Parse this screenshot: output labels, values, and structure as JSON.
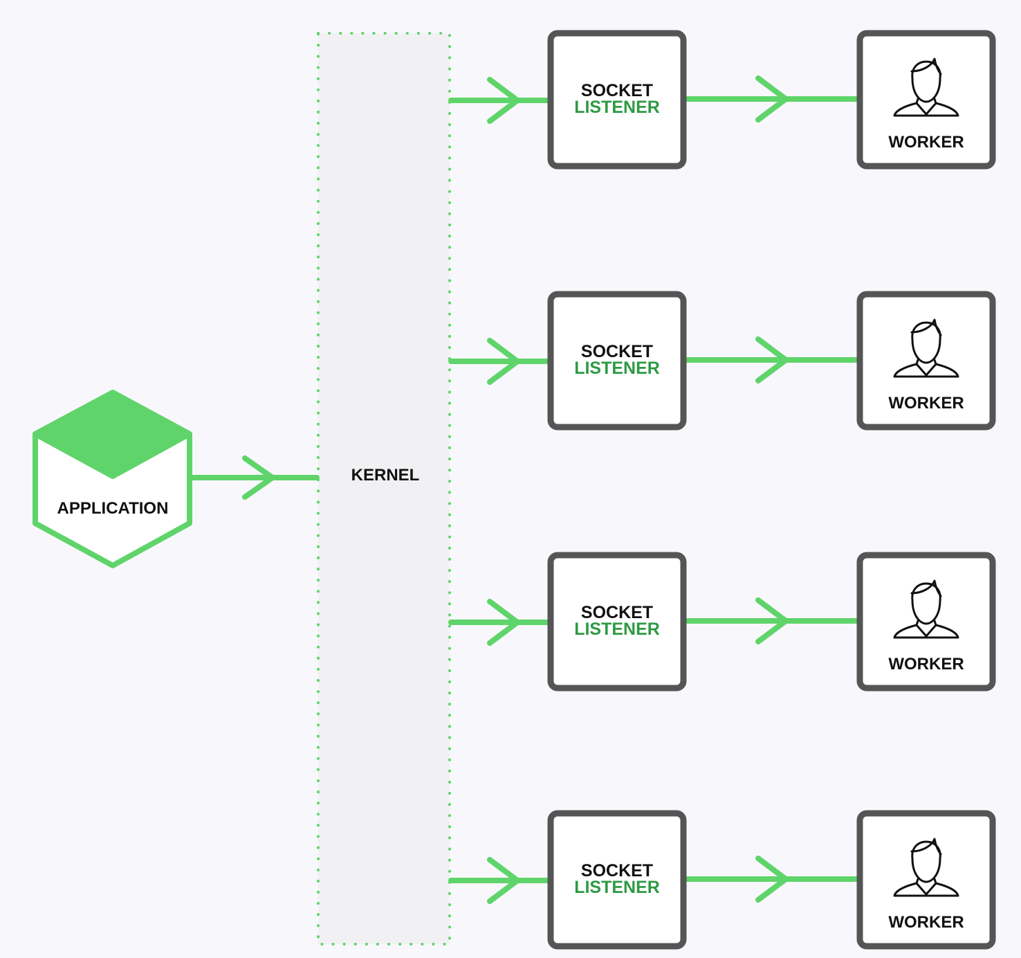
{
  "colors": {
    "background": "#f8f8fc",
    "accent_green": "#5fd46a",
    "label_green": "#2e9a44",
    "box_border": "#555555",
    "box_fill": "#ffffff",
    "kernel_fill": "#f1f1f3",
    "text": "#111111"
  },
  "application": {
    "label": "APPLICATION"
  },
  "kernel": {
    "label": "KERNEL"
  },
  "rows": [
    {
      "listener": {
        "line1": "SOCKET",
        "line2": "LISTENER"
      },
      "worker": {
        "label": "WORKER",
        "icon": "person-icon"
      }
    },
    {
      "listener": {
        "line1": "SOCKET",
        "line2": "LISTENER"
      },
      "worker": {
        "label": "WORKER",
        "icon": "person-icon"
      }
    },
    {
      "listener": {
        "line1": "SOCKET",
        "line2": "LISTENER"
      },
      "worker": {
        "label": "WORKER",
        "icon": "person-icon"
      }
    },
    {
      "listener": {
        "line1": "SOCKET",
        "line2": "LISTENER"
      },
      "worker": {
        "label": "WORKER",
        "icon": "person-icon"
      }
    }
  ]
}
